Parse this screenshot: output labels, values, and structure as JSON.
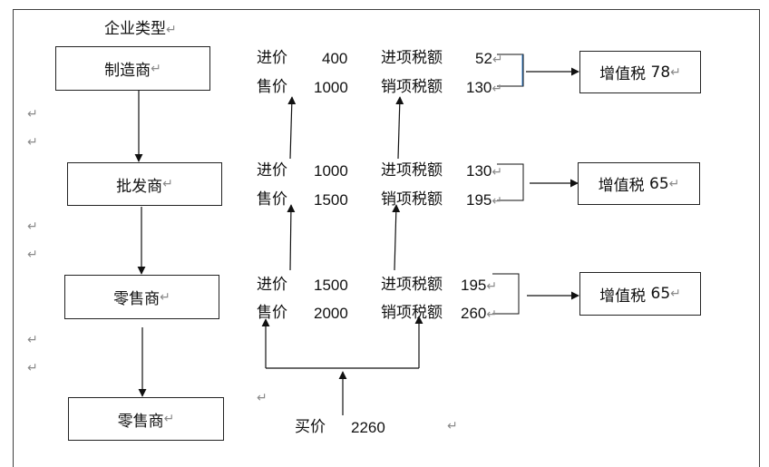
{
  "header": {
    "title": "企业类型"
  },
  "paragraph_mark": "↵",
  "entities": {
    "manufacturer": "制造商",
    "wholesaler": "批发商",
    "retailer": "零售商",
    "consumer": "零售商"
  },
  "labels": {
    "purchase_price": "进价",
    "sale_price": "售价",
    "input_tax": "进项税额",
    "output_tax": "销项税额",
    "vat": "增值税",
    "buy_price": "买价"
  },
  "rows": [
    {
      "purchase": "400",
      "sale": "1000",
      "input_tax": "52",
      "output_tax": "130",
      "vat": "78"
    },
    {
      "purchase": "1000",
      "sale": "1500",
      "input_tax": "130",
      "output_tax": "195",
      "vat": "65"
    },
    {
      "purchase": "1500",
      "sale": "2000",
      "input_tax": "195",
      "output_tax": "260",
      "vat": "65"
    }
  ],
  "buyer": {
    "price": "2260"
  }
}
